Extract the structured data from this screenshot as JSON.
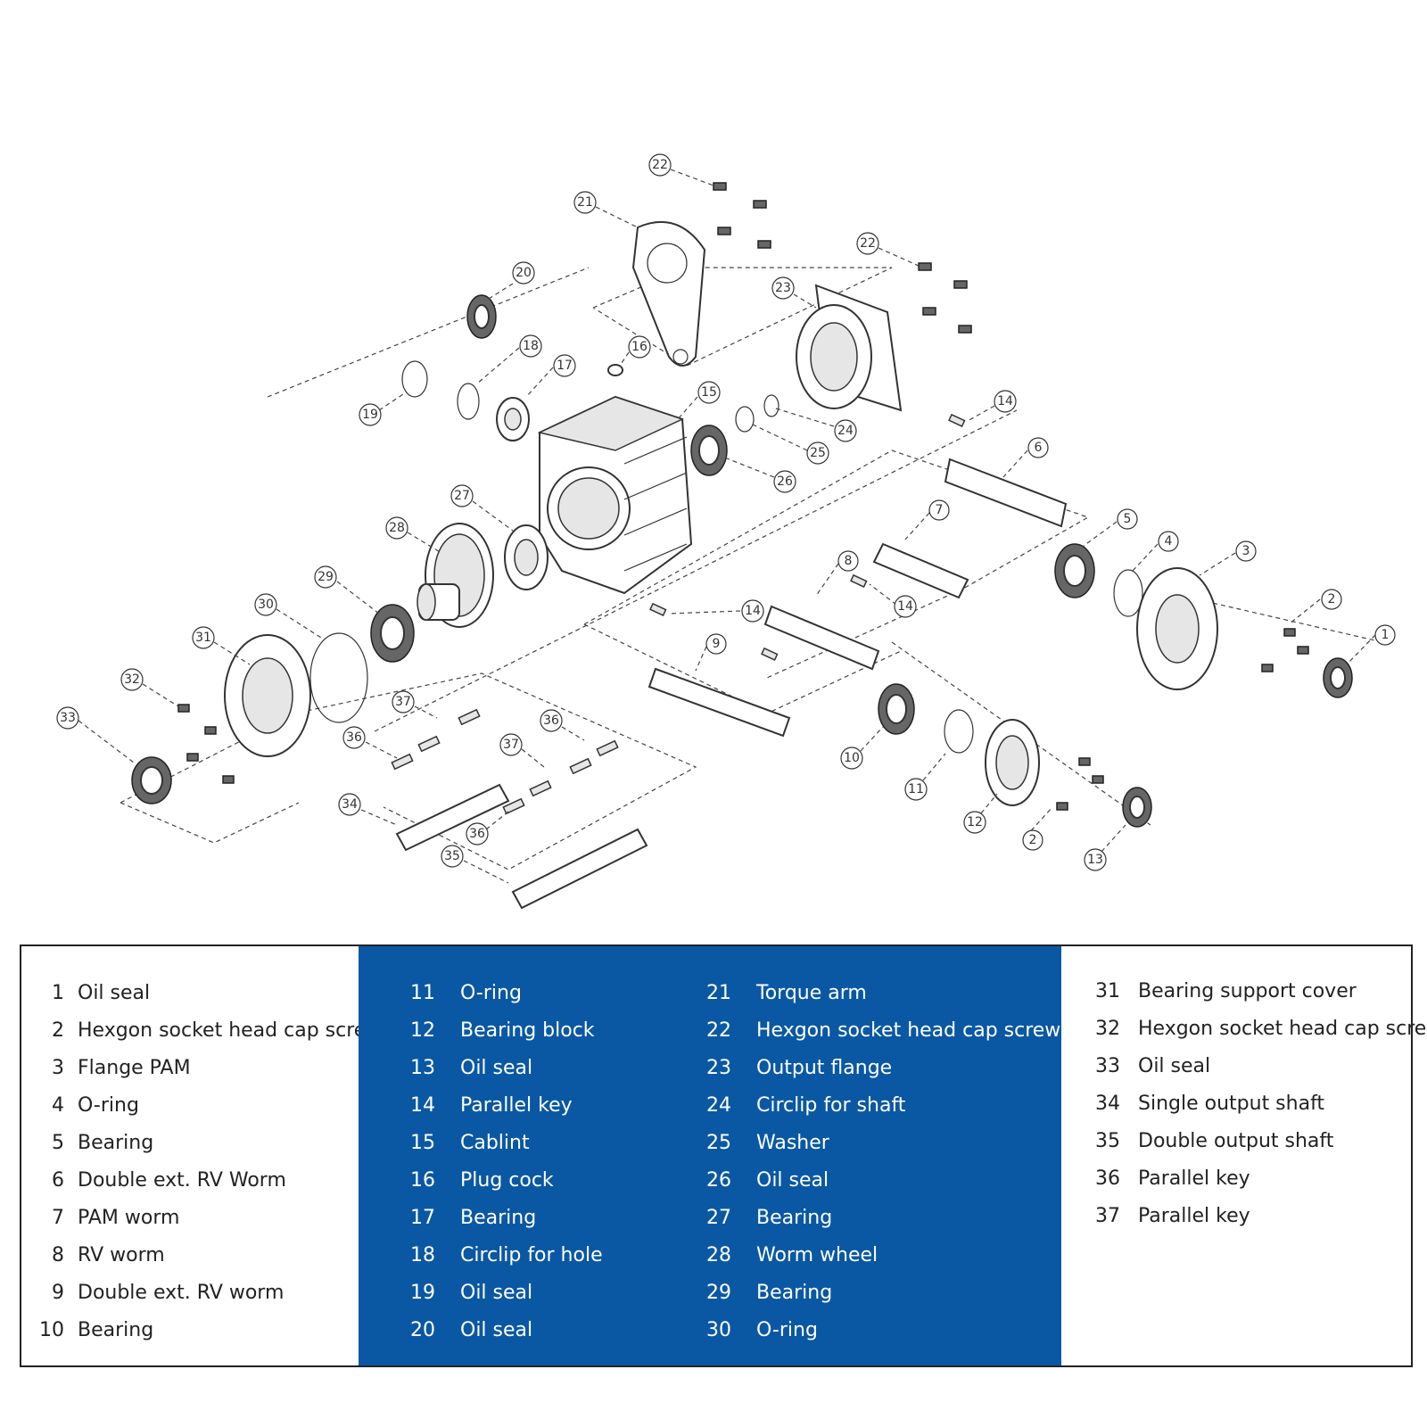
{
  "parts": [
    {
      "no": "1",
      "name": "Oil seal"
    },
    {
      "no": "2",
      "name": "Hexgon socket head cap screw"
    },
    {
      "no": "3",
      "name": "Flange PAM"
    },
    {
      "no": "4",
      "name": "O-ring"
    },
    {
      "no": "5",
      "name": "Bearing"
    },
    {
      "no": "6",
      "name": "Double ext. RV Worm"
    },
    {
      "no": "7",
      "name": "PAM worm"
    },
    {
      "no": "8",
      "name": "RV  worm"
    },
    {
      "no": "9",
      "name": "Double ext. RV worm"
    },
    {
      "no": "10",
      "name": "Bearing"
    },
    {
      "no": "11",
      "name": "O-ring"
    },
    {
      "no": "12",
      "name": "Bearing block"
    },
    {
      "no": "13",
      "name": "Oil seal"
    },
    {
      "no": "14",
      "name": "Parallel key"
    },
    {
      "no": "15",
      "name": "Cablint"
    },
    {
      "no": "16",
      "name": "Plug cock"
    },
    {
      "no": "17",
      "name": "Bearing"
    },
    {
      "no": "18",
      "name": "Circlip for hole"
    },
    {
      "no": "19",
      "name": "Oil seal"
    },
    {
      "no": "20",
      "name": "Oil seal"
    },
    {
      "no": "21",
      "name": "Torque arm"
    },
    {
      "no": "22",
      "name": "Hexgon socket head cap screw"
    },
    {
      "no": "23",
      "name": "Output flange"
    },
    {
      "no": "24",
      "name": "Circlip for shaft"
    },
    {
      "no": "25",
      "name": "Washer"
    },
    {
      "no": "26",
      "name": "Oil seal"
    },
    {
      "no": "27",
      "name": "Bearing"
    },
    {
      "no": "28",
      "name": "Worm wheel"
    },
    {
      "no": "29",
      "name": "Bearing"
    },
    {
      "no": "30",
      "name": "O-ring"
    },
    {
      "no": "31",
      "name": "Bearing support cover"
    },
    {
      "no": "32",
      "name": "Hexgon socket head cap screw"
    },
    {
      "no": "33",
      "name": "Oil seal"
    },
    {
      "no": "34",
      "name": "Single output shaft"
    },
    {
      "no": "35",
      "name": "Double output shaft"
    },
    {
      "no": "36",
      "name": "Parallel key"
    },
    {
      "no": "37",
      "name": "Parallel key"
    }
  ],
  "callouts": [
    "1",
    "2",
    "2",
    "3",
    "4",
    "5",
    "6",
    "7",
    "8",
    "9",
    "10",
    "11",
    "12",
    "13",
    "14",
    "14",
    "14",
    "15",
    "16",
    "17",
    "18",
    "19",
    "20",
    "21",
    "22",
    "22",
    "23",
    "24",
    "25",
    "26",
    "27",
    "28",
    "29",
    "30",
    "31",
    "32",
    "33",
    "34",
    "35",
    "36",
    "36",
    "36",
    "37",
    "37"
  ],
  "colors": {
    "legend_blue": "#0a58a4",
    "line": "#333333"
  }
}
